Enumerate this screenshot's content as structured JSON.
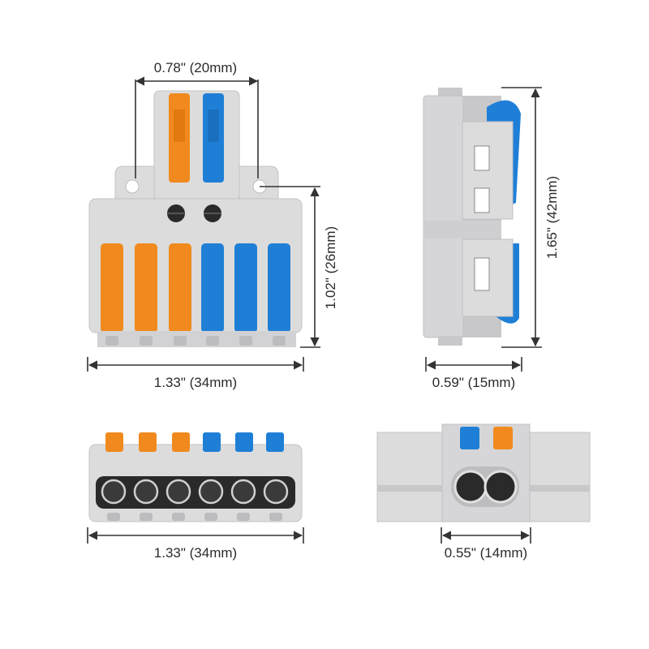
{
  "dimensions": {
    "front_top_width": "0.78\" (20mm)",
    "front_height": "1.02\" (26mm)",
    "front_width": "1.33\" (34mm)",
    "side_height": "1.65\" (42mm)",
    "side_depth": "0.59\" (15mm)",
    "bottom_width": "1.33\" (34mm)",
    "end_width": "0.55\" (14mm)"
  },
  "colors": {
    "housing": "#dcdcdd",
    "housing_shade": "#c8c8ca",
    "orange": "#f08a1e",
    "blue": "#1f7fd6",
    "hole": "#2a2a2a",
    "dim_line": "#333333"
  },
  "lever_colors_front_bottom": [
    "orange",
    "orange",
    "orange",
    "blue",
    "blue",
    "blue"
  ],
  "lever_colors_front_top": [
    "orange",
    "blue"
  ]
}
